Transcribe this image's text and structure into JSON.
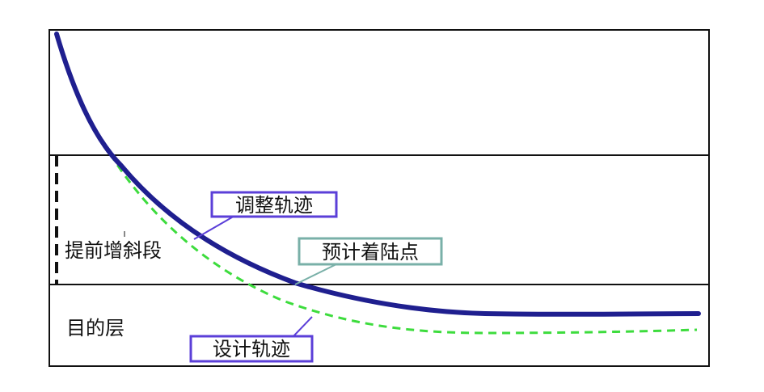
{
  "zones": {
    "ramp": "提前增斜段",
    "target": "目的层"
  },
  "callouts": {
    "adjusted": "调整轨迹",
    "landing": "预计着陆点",
    "design": "设计轨迹"
  },
  "colors": {
    "adjusted_track": "#1f1f8f",
    "design_track": "#3ddc3d",
    "adjusted_callout_border": "#5b3fd8",
    "landing_callout_border": "#79b0a8",
    "design_callout_border": "#5b3fd8",
    "frame": "#111111"
  }
}
